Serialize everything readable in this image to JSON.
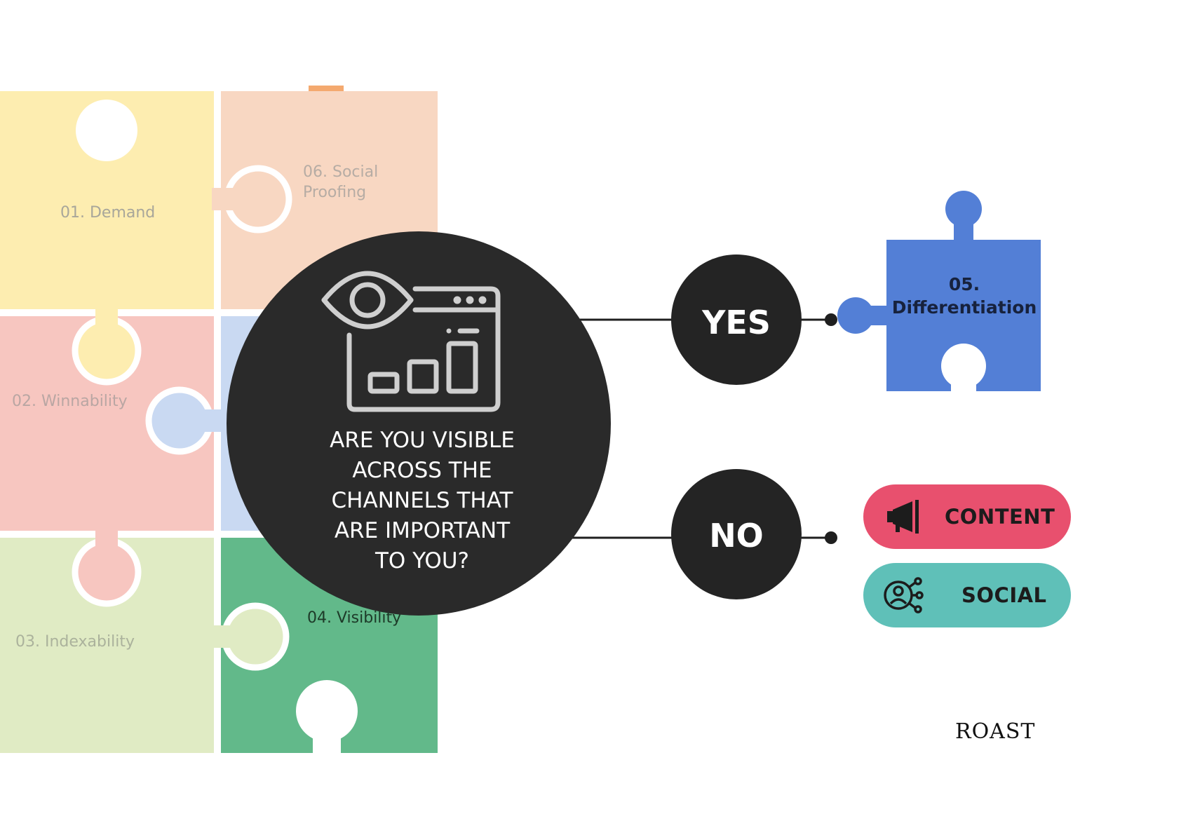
{
  "pieces": [
    {
      "id": "demand",
      "label": "01. Demand",
      "color": "#fdedb0"
    },
    {
      "id": "winnability",
      "label": "02. Winnability",
      "color": "#f7c6c0"
    },
    {
      "id": "indexability",
      "label": "03. Indexability",
      "color": "#e0ebc4"
    },
    {
      "id": "visibility",
      "label": "04. Visibility",
      "color": "#62b98a"
    },
    {
      "id": "differentiation",
      "label_line1": "05.",
      "label_line2": "Differentiation",
      "color": "#537fd6"
    },
    {
      "id": "social-proofing",
      "label_line1": "06. Social",
      "label_line2": "Proofing",
      "color": "#f8d7c2"
    },
    {
      "id": "center-blue",
      "color": "#c9d9f2"
    }
  ],
  "question": {
    "lines": [
      "ARE YOU VISIBLE",
      "ACROSS THE",
      "CHANNELS THAT",
      "ARE IMPORTANT",
      "TO YOU?"
    ],
    "icon": "eye-dashboard-icon",
    "color": "#2a2a2a"
  },
  "answers": {
    "yes": "YES",
    "no": "NO"
  },
  "outcomes": {
    "content": {
      "label": "CONTENT",
      "icon": "megaphone-icon",
      "color": "#e8506e"
    },
    "social": {
      "label": "SOCIAL",
      "icon": "social-network-icon",
      "color": "#5fc0b8"
    }
  },
  "brand": "ROAST"
}
